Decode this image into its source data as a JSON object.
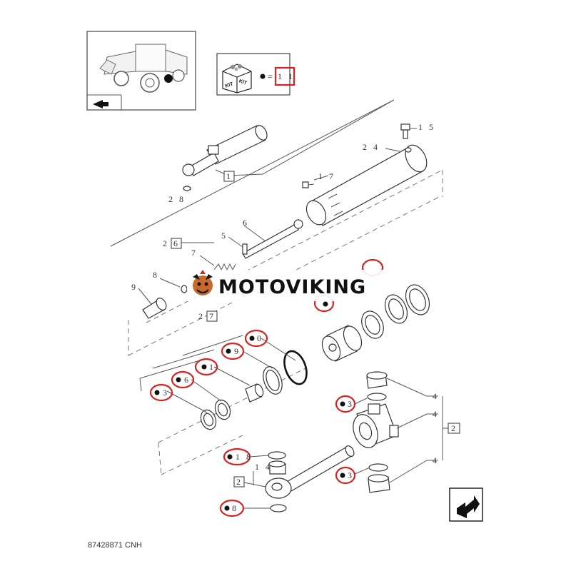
{
  "diagram": {
    "kit_label": "KIT",
    "kit_ref": "1 1",
    "drawing_code": "87428871 CNH",
    "watermark": "MOTOVIKING",
    "accent_color": "#d8221f",
    "callouts": {
      "c15": "1 5",
      "c24": "2 4",
      "c17": "1 7",
      "c1": "1",
      "c28": "2 8",
      "c26": "2",
      "c26b": "6",
      "c6": "6",
      "c5": "5",
      "c7": "7",
      "c8": "8",
      "c9": "9",
      "c27": "2",
      "c27b": "7",
      "c0": "0",
      "c19": "9",
      "c21": "1",
      "c16": "6",
      "c3a": "3",
      "c3b": "3",
      "c3c": "3",
      "c4a": "4",
      "c4b": "4",
      "c4c": "4",
      "c2": "2",
      "c18": "1 8",
      "c14": "1 4",
      "c2p": "2",
      "c8b": "8"
    }
  }
}
